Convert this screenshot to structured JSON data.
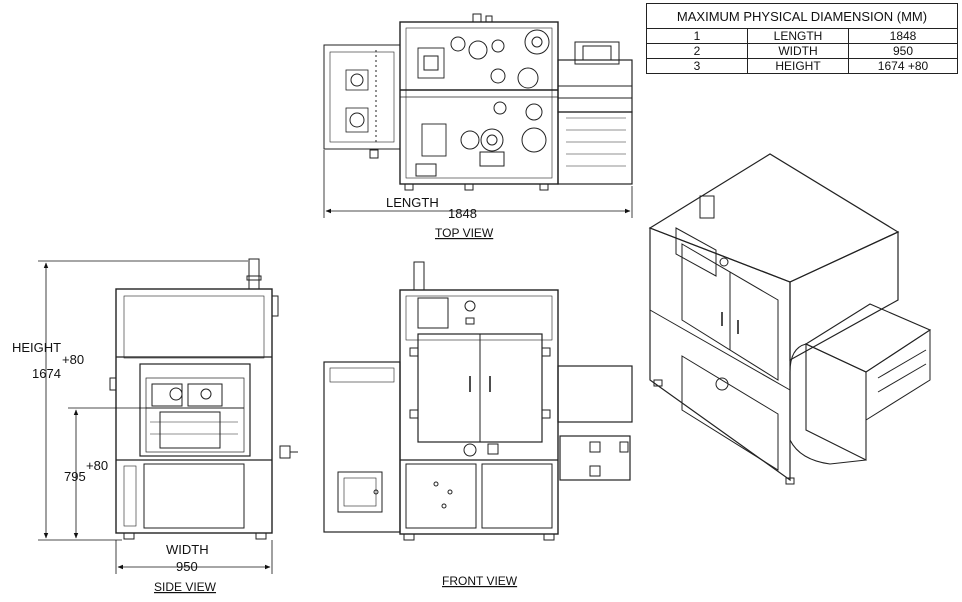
{
  "table": {
    "title": "MAXIMUM PHYSICAL DIAMENSION (MM)",
    "rows": [
      {
        "no": "1",
        "name": "LENGTH",
        "value": "1848"
      },
      {
        "no": "2",
        "name": "WIDTH",
        "value": "950"
      },
      {
        "no": "3",
        "name": "HEIGHT",
        "value": "1674 +80"
      }
    ]
  },
  "top_view": {
    "title": "TOP VIEW",
    "length_label": "LENGTH",
    "length_value": "1848"
  },
  "side_view": {
    "title": "SIDE VIEW",
    "width_label": "WIDTH",
    "width_value": "950",
    "height_label": "HEIGHT",
    "height_plus": "+80",
    "height_value": "1674",
    "mid_plus": "+80",
    "mid_value": "795"
  },
  "front_view": {
    "title": "FRONT VIEW"
  }
}
